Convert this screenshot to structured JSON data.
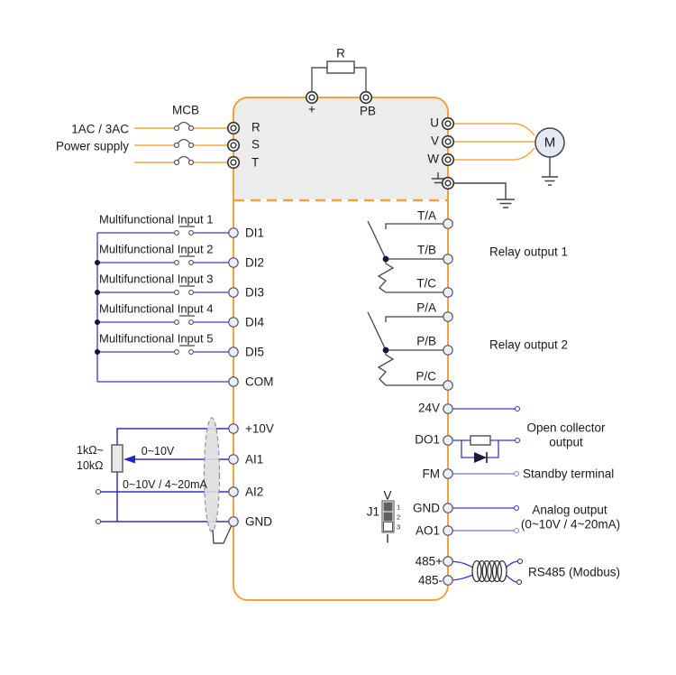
{
  "colors": {
    "block_border_orange": "#F2A23B",
    "power_wire_orange": "#F5A93C",
    "control_wire_blue": "#3838CC",
    "light_wire_blue": "#8A8ADC",
    "symbol_dark": "#444444",
    "block_fill_gray": "#ECECEC",
    "motor_fill": "#E4E9F4"
  },
  "power_input": {
    "supply_line1": "1AC / 3AC",
    "supply_line2": "Power supply",
    "breaker_label": "MCB",
    "terminals": {
      "r": "R",
      "s": "S",
      "t": "T"
    }
  },
  "brake": {
    "resistor_label": "R",
    "plus": "+",
    "pb": "PB"
  },
  "output": {
    "u": "U",
    "v": "V",
    "w": "W",
    "motor": "M"
  },
  "digital_inputs": {
    "input1": "Multifunctional Input 1",
    "input2": "Multifunctional Input 2",
    "input3": "Multifunctional Input 3",
    "input4": "Multifunctional Input 4",
    "input5": "Multifunctional Input 5",
    "di1": "DI1",
    "di2": "DI2",
    "di3": "DI3",
    "di4": "DI4",
    "di5": "DI5",
    "com": "COM"
  },
  "analog_inputs": {
    "pot_line1": "1kΩ~",
    "pot_line2": "10kΩ",
    "ai1_range": "0~10V",
    "ai2_range": "0~10V / 4~20mA",
    "p10v": "+10V",
    "ai1": "AI1",
    "ai2": "AI2",
    "gnd": "GND"
  },
  "relay_outputs": {
    "ta": "T/A",
    "tb": "T/B",
    "tc": "T/C",
    "label1": "Relay output 1",
    "pa": "P/A",
    "pb": "P/B",
    "pc": "P/C",
    "label2": "Relay output 2"
  },
  "io": {
    "v24": "24V",
    "do1": "DO1",
    "open_collector_line1": "Open collector",
    "open_collector_line2": "output",
    "fm": "FM",
    "fm_label": "Standby terminal",
    "gnd": "GND",
    "ao1": "AO1",
    "analog_out_line1": "Analog output",
    "analog_out_line2": "(0~10V / 4~20mA)"
  },
  "comms": {
    "p485": "485+",
    "m485": "485-",
    "label": "RS485 (Modbus)"
  },
  "jumper": {
    "label": "J1",
    "top": "V",
    "bottom": "I",
    "pin1": "1",
    "pin2": "2",
    "pin3": "3"
  }
}
